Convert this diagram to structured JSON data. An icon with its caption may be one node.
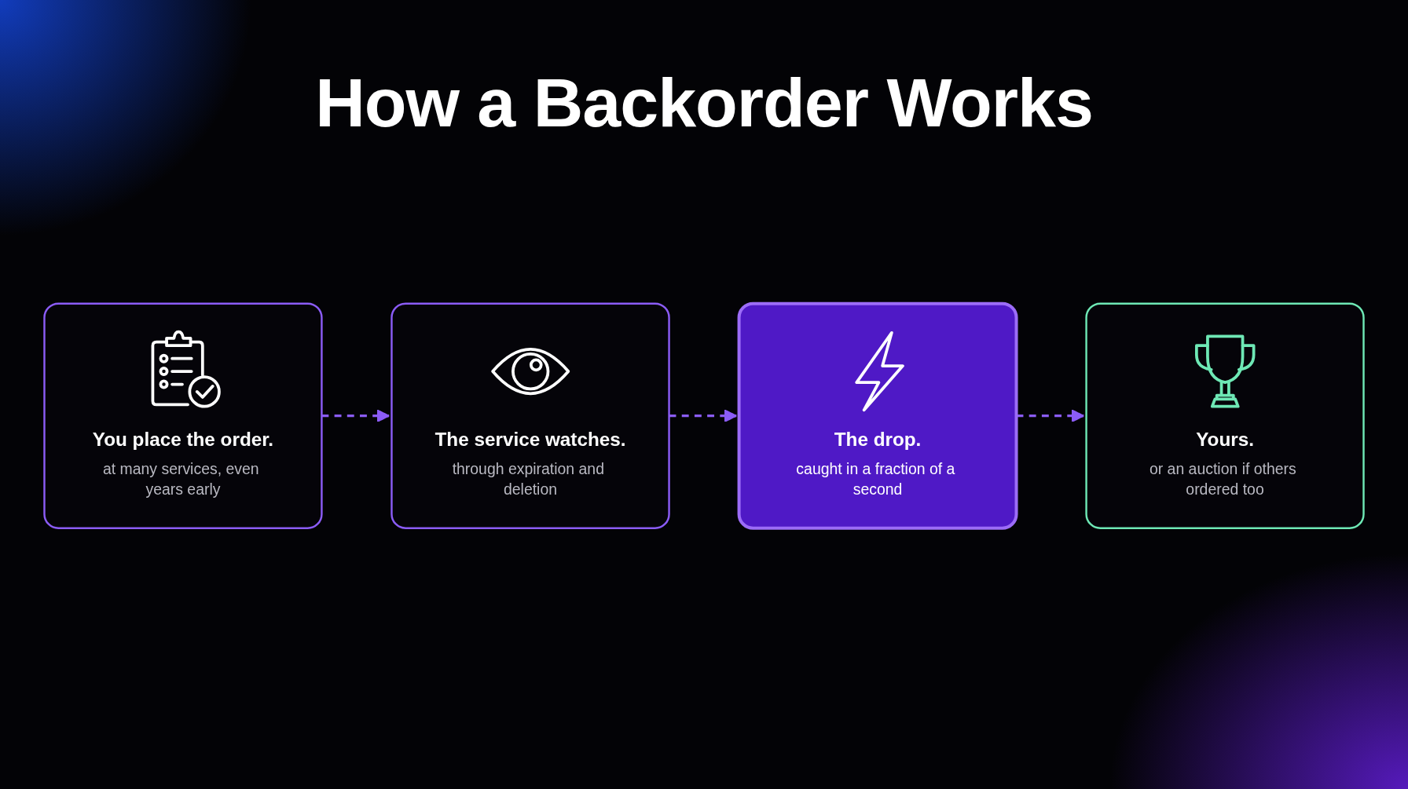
{
  "diagram": {
    "title": "How a Backorder Works",
    "nodes": [
      {
        "text": [
          "You place the order.",
          "at many services, even years early"
        ]
      },
      {
        "text": [
          "The service watches.",
          "through expiration and deletion"
        ]
      },
      {
        "text": [
          "The drop.",
          "caught in a fraction of a second"
        ]
      },
      {
        "text": [
          "Yours.",
          "or an auction if others ordered too"
        ]
      }
    ],
    "edges": [
      {
        "from": 0,
        "to": 1,
        "arrow": "to",
        "style": "dashed"
      },
      {
        "from": 1,
        "to": 2,
        "arrow": "to",
        "style": "dashed"
      },
      {
        "from": 2,
        "to": 3,
        "arrow": "to",
        "style": "dashed"
      }
    ]
  }
}
